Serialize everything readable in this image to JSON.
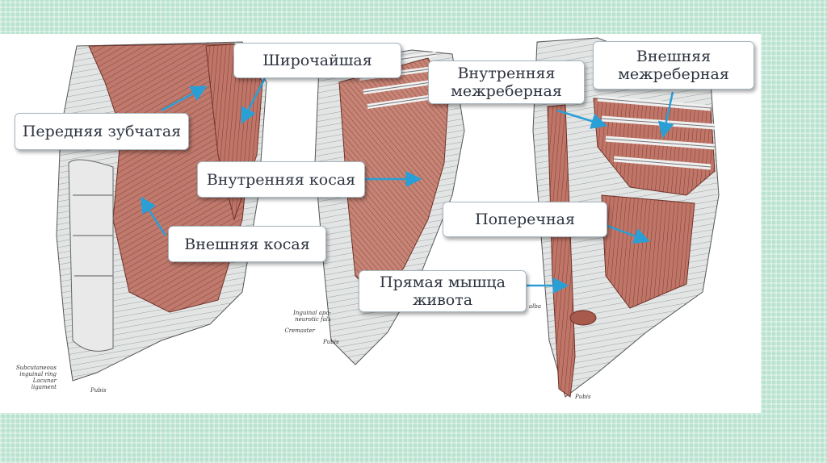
{
  "labels": {
    "latissimus": "Широчайшая",
    "serratus": "Передняя зубчатая",
    "internal_intercostal": "Внутренняя\nмежреберная",
    "external_intercostal": "Внешняя\nмежреберная",
    "internal_oblique": "Внутренняя косая",
    "external_oblique": "Внешняя косая",
    "transverse": "Поперечная",
    "rectus": "Прямая мышца\nживота"
  },
  "annotations": {
    "inguinal_falx": "Inguinal apo-\nneurotic falx",
    "cremaster": "Cremaster",
    "pubis_1": "Pubis",
    "pubis_2": "Pubis",
    "pubis_3": "Pubis",
    "subcutaneous_ring": "Subcutaneous\ninguinal ring\nLacunar\nligament",
    "linea_alba": "alba"
  },
  "colors": {
    "background": "#b9e2cf",
    "muscle": "#b86a5e",
    "muscle_light": "#d9a196",
    "tendon": "#d9dcdc",
    "arrow": "#2a9fd6",
    "label_text": "#2e3440"
  }
}
